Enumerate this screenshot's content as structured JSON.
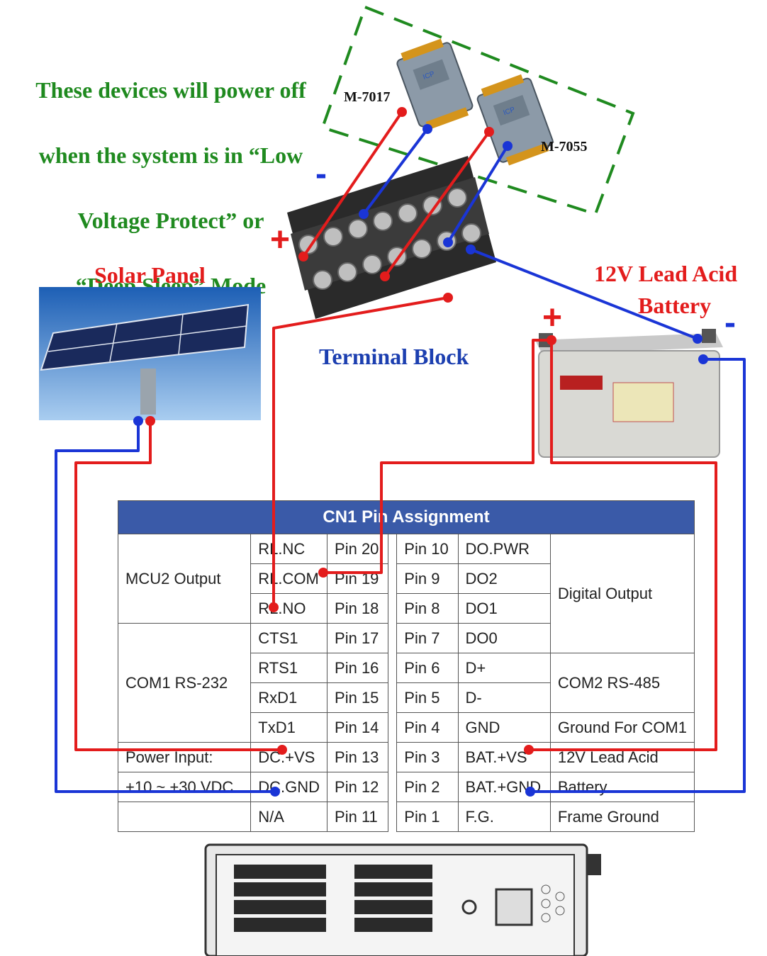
{
  "note": {
    "line1": "These devices will power off",
    "line2": "when the system is in “Low",
    "line3": "Voltage Protect”  or",
    "line4": "“Deep Sleep”  Mode"
  },
  "labels": {
    "solar_panel": "Solar Panel",
    "battery_line1": "12V Lead Acid",
    "battery_line2": "Battery",
    "terminal_block": "Terminal Block",
    "module1": "M-7017",
    "module2": "M-7055",
    "plus": "+",
    "minus": "-"
  },
  "table": {
    "title": "CN1 Pin Assignment",
    "left_rows": [
      {
        "group": "MCU2 Output",
        "signal": "RL.NC",
        "pin": "Pin 20"
      },
      {
        "group": "",
        "signal": "RL.COM",
        "pin": "Pin 19"
      },
      {
        "group": "",
        "signal": "RL.NO",
        "pin": "Pin 18"
      },
      {
        "group": "COM1 RS-232",
        "signal": "CTS1",
        "pin": "Pin 17"
      },
      {
        "group": "",
        "signal": "RTS1",
        "pin": "Pin 16"
      },
      {
        "group": "",
        "signal": "RxD1",
        "pin": "Pin 15"
      },
      {
        "group": "",
        "signal": "TxD1",
        "pin": "Pin 14"
      },
      {
        "group": "Power Input:",
        "signal": "DC.+VS",
        "pin": "Pin 13"
      },
      {
        "group": "+10 ~ +30 VDC",
        "signal": "DC.GND",
        "pin": "Pin 12"
      },
      {
        "group": "",
        "signal": "N/A",
        "pin": "Pin 11"
      }
    ],
    "right_rows": [
      {
        "pin": "Pin 10",
        "signal": "DO.PWR",
        "group": "Digital Output"
      },
      {
        "pin": "Pin 9",
        "signal": "DO2",
        "group": ""
      },
      {
        "pin": "Pin 8",
        "signal": "DO1",
        "group": ""
      },
      {
        "pin": "Pin 7",
        "signal": "DO0",
        "group": ""
      },
      {
        "pin": "Pin 6",
        "signal": "D+",
        "group": "COM2 RS-485"
      },
      {
        "pin": "Pin 5",
        "signal": "D-",
        "group": ""
      },
      {
        "pin": "Pin 4",
        "signal": "GND",
        "group": "Ground For COM1"
      },
      {
        "pin": "Pin 3",
        "signal": "BAT.+VS",
        "group": "12V Lead Acid"
      },
      {
        "pin": "Pin 2",
        "signal": "BAT.+GND",
        "group": "Battery"
      },
      {
        "pin": "Pin 1",
        "signal": "F.G.",
        "group": "Frame Ground"
      }
    ]
  },
  "colors": {
    "positive_wire": "#e31c1c",
    "negative_wire": "#1a35d6",
    "note_text": "#1f8a1f",
    "table_header": "#3a5aa8"
  }
}
